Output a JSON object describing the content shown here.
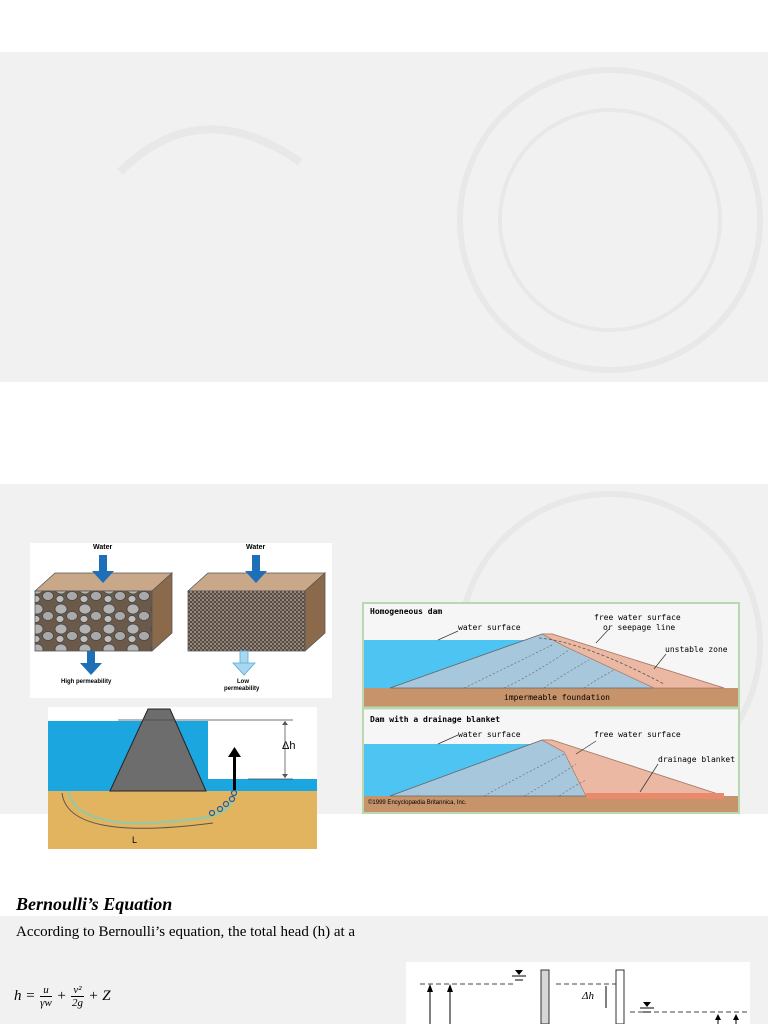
{
  "permeability_figure": {
    "water_left": "Water",
    "water_right": "Water",
    "high_label": "High permeability",
    "low_label_1": "Low",
    "low_label_2": "permeability"
  },
  "seepage_figure": {
    "dh_label": "Δh",
    "l_label": "L"
  },
  "dam_figure": {
    "top_title": "Homogeneous dam",
    "top_water_surface": "water surface",
    "top_free_surface_1": "free water surface",
    "top_free_surface_2": "or seepage line",
    "top_unstable": "unstable zone",
    "top_foundation": "impermeable foundation",
    "bottom_title": "Dam with a drainage blanket",
    "bottom_water_surface": "water surface",
    "bottom_free_surface": "free water surface",
    "bottom_blanket": "drainage blanket",
    "copyright": "©1999 Encyclopædia Britannica, Inc."
  },
  "text": {
    "heading": "Bernoulli’s Equation",
    "paragraph": "According to Bernoulli’s equation, the total head (h) at a"
  },
  "equation": {
    "lhs": "h =",
    "t1_num": "u",
    "t1_den": "γw",
    "plus1": "+",
    "t2_num": "v²",
    "t2_den": "2g",
    "plus2": "+ Z"
  },
  "head_figure": {
    "dh_label": "Δh"
  },
  "colors": {
    "band": "#f1f1f1",
    "water": "#1ba6df",
    "soil": "#e2b45f",
    "dam_gray": "#6d6d6d",
    "dam_fill": "#eab8a3"
  }
}
